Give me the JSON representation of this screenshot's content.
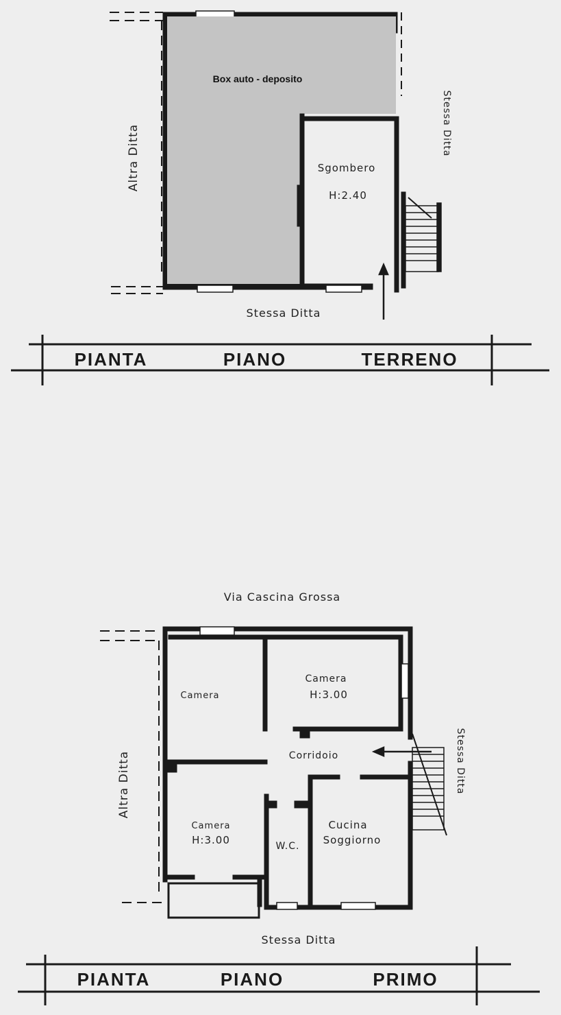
{
  "ground_floor": {
    "title_words": [
      "PIANTA",
      "PIANO",
      "TERRENO"
    ],
    "box_label": "Box auto - deposito",
    "storage_label": "Sgombero",
    "storage_height": "H:2.40",
    "neighbor_left": "Altra Ditta",
    "neighbor_right": "Stessa Ditta",
    "neighbor_bottom": "Stessa Ditta",
    "box_fill": "#c4c4c4"
  },
  "first_floor": {
    "title_words": [
      "PIANTA",
      "PIANO",
      "PRIMO"
    ],
    "street": "Via Cascina Grossa",
    "room_top_left": "Camera",
    "room_top_right": "Camera",
    "room_top_right_height": "H:3.00",
    "corridor": "Corridoio",
    "room_bottom_left": "Camera",
    "room_bottom_left_height": "H:3.00",
    "wc": "W.C.",
    "kitchen_line1": "Cucina",
    "kitchen_line2": "Soggiorno",
    "neighbor_left": "Altra Ditta",
    "neighbor_right": "Stessa Ditta",
    "neighbor_bottom": "Stessa Ditta"
  },
  "colors": {
    "ink": "#1a1a1a",
    "paper": "#eeeeee"
  }
}
